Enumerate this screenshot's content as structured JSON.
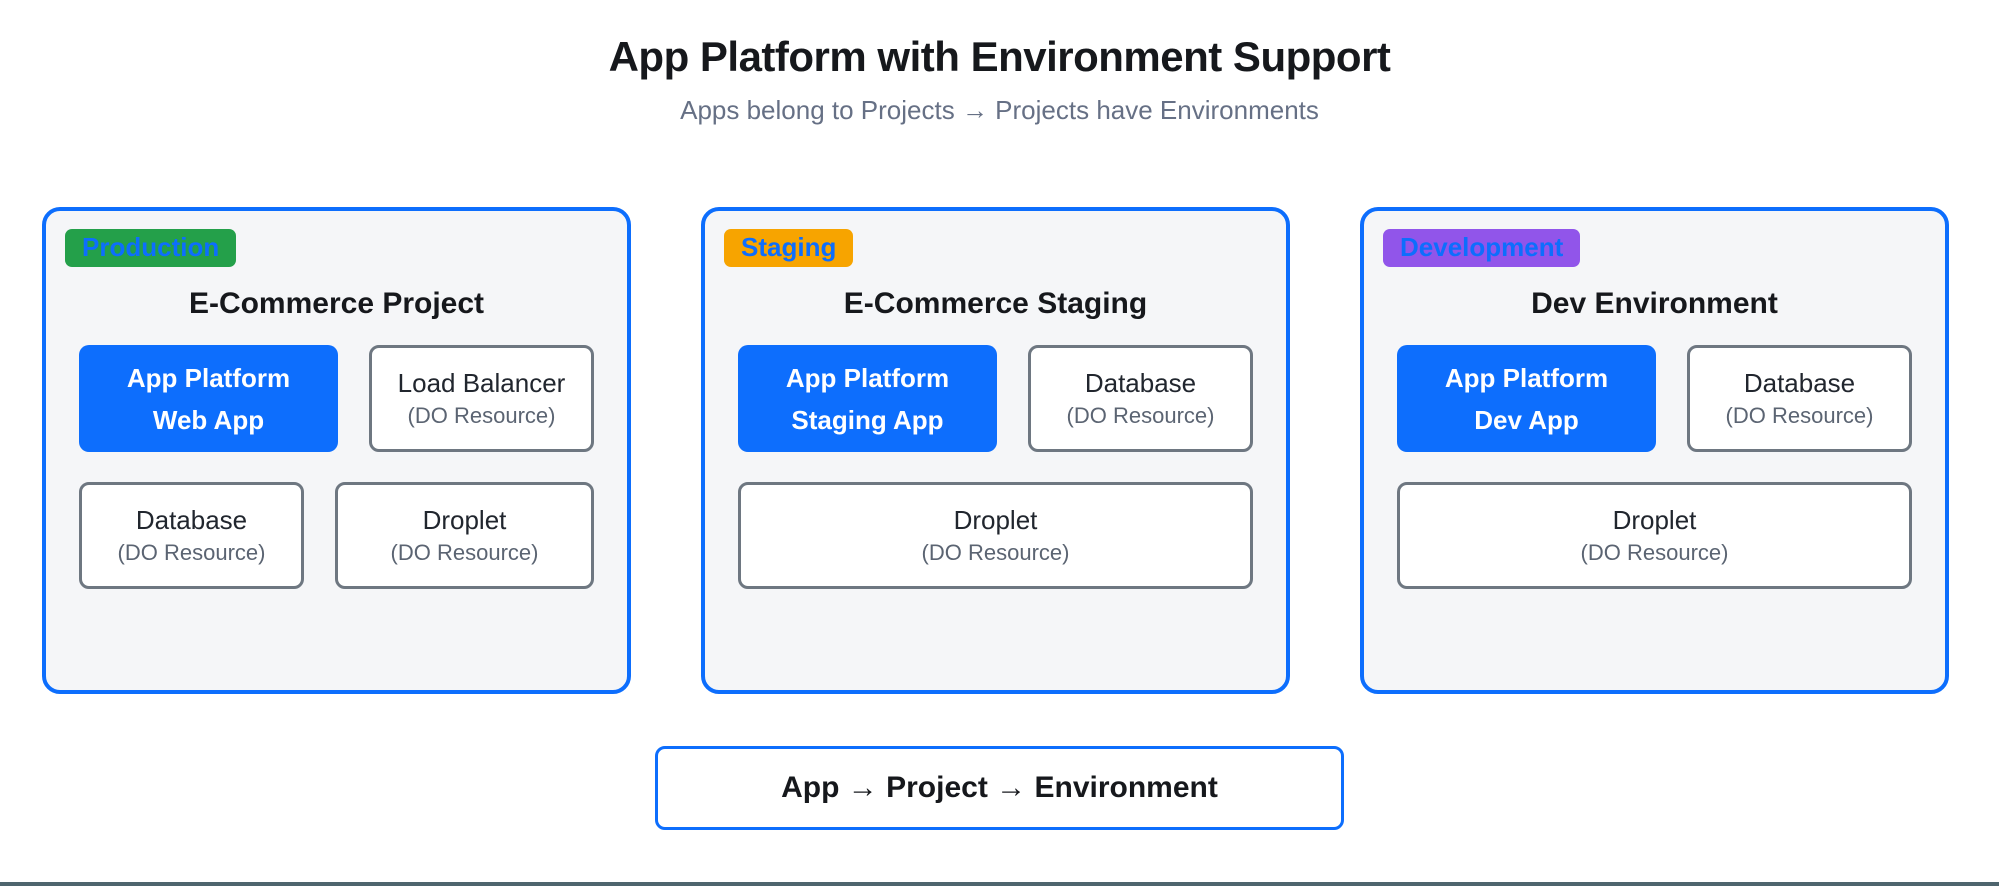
{
  "header": {
    "title": "App Platform with Environment Support",
    "subtitle": "Apps belong to Projects → Projects have Environments"
  },
  "colors": {
    "accent_blue": "#0d6efd",
    "panel_background": "#f5f6f8",
    "node_border_gray": "#6e7781",
    "production_green": "#24a04a",
    "staging_orange": "#f7a400",
    "development_purple": "#9155ea",
    "badge_text_blue": "#0d6efd",
    "muted_text_gray": "#5b6472",
    "subtitle_gray": "#667085",
    "bottom_rule_slate": "#4e656e"
  },
  "projects": [
    {
      "badge": "Production",
      "title": "E-Commerce Project",
      "nodes": [
        {
          "label": "App Platform",
          "sublabel": "Web App"
        },
        {
          "label": "Load Balancer",
          "sublabel": "(DO Resource)"
        },
        {
          "label": "Database",
          "sublabel": "(DO Resource)"
        },
        {
          "label": "Droplet",
          "sublabel": "(DO Resource)"
        }
      ]
    },
    {
      "badge": "Staging",
      "title": "E-Commerce Staging",
      "nodes": [
        {
          "label": "App Platform",
          "sublabel": "Staging App"
        },
        {
          "label": "Database",
          "sublabel": "(DO Resource)"
        },
        {
          "label": "Droplet",
          "sublabel": "(DO Resource)"
        }
      ]
    },
    {
      "badge": "Development",
      "title": "Dev Environment",
      "nodes": [
        {
          "label": "App Platform",
          "sublabel": "Dev App"
        },
        {
          "label": "Database",
          "sublabel": "(DO Resource)"
        },
        {
          "label": "Droplet",
          "sublabel": "(DO Resource)"
        }
      ]
    }
  ],
  "footer": {
    "summary": "App → Project → Environment"
  }
}
